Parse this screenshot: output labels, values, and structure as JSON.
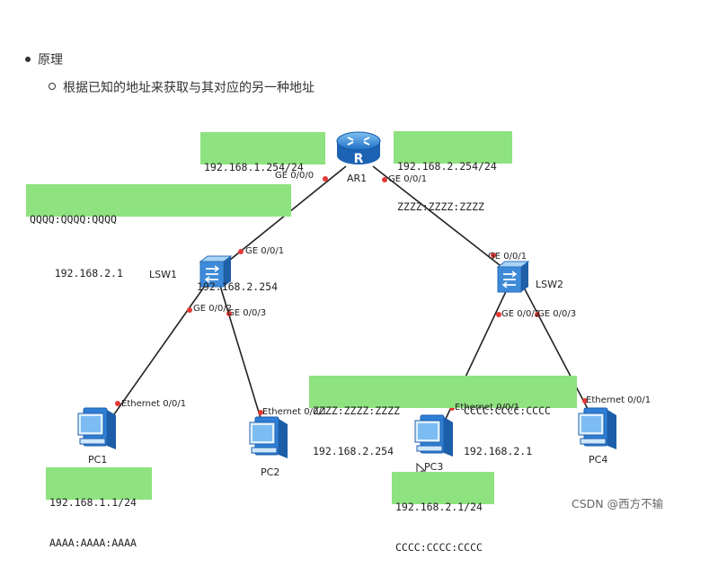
{
  "doc": {
    "bullet_title": "原理",
    "sub_bullet": "根据已知的地址来获取与其对应的另一种地址"
  },
  "devices": {
    "ar1": "AR1",
    "lsw1": "LSW1",
    "lsw2": "LSW2",
    "pc1": "PC1",
    "pc2": "PC2",
    "pc3": "PC3",
    "pc4": "PC4",
    "router_glyph": "R"
  },
  "ports": {
    "ar1_g000": "GE 0/0/0",
    "ar1_g001": "GE 0/0/1",
    "lsw1_g001": "GE 0/0/1",
    "lsw1_g002": "GE 0/0/2",
    "lsw1_g003": "GE 0/0/3",
    "lsw2_g001": "GE 0/0/1",
    "lsw2_g002": "GE 0/0/2",
    "lsw2_g003": "GE 0/0/3",
    "pc1_eth": "Ethernet 0/0/1",
    "pc2_eth": "Ethernet 0/0/1",
    "pc3_eth": "Ethernet 0/0/1",
    "pc4_eth": "Ethernet 0/0/1"
  },
  "labels": {
    "ar1_g000": [
      "192.168.1.254/24",
      "QQQQ:QQQQ:QQQQ"
    ],
    "ar1_g001": [
      "192.168.2.254/24",
      "ZZZZ:ZZZZ:ZZZZ"
    ],
    "arp_left_1": "QQQQ:QQQQ:QQQQ",
    "arp_left_2": "192.168.2.1",
    "arp_left_3": "192.168.2.254",
    "arp_mid": [
      "ZZZZ:ZZZZ:ZZZZ",
      "192.168.2.254"
    ],
    "arp_right": [
      "CCCC:CCCC:CCCC",
      "192.168.2.1"
    ],
    "pc1": [
      "192.168.1.1/24",
      "AAAA:AAAA:AAAA"
    ],
    "pc3": [
      "192.168.2.1/24",
      "CCCC:CCCC:CCCC"
    ]
  },
  "watermark": "CSDN @西方不输",
  "colors": {
    "label_bg": "#8ee27f",
    "link": "#222222",
    "port_dot": "#e53935",
    "device_blue": "#2f7fd6"
  }
}
